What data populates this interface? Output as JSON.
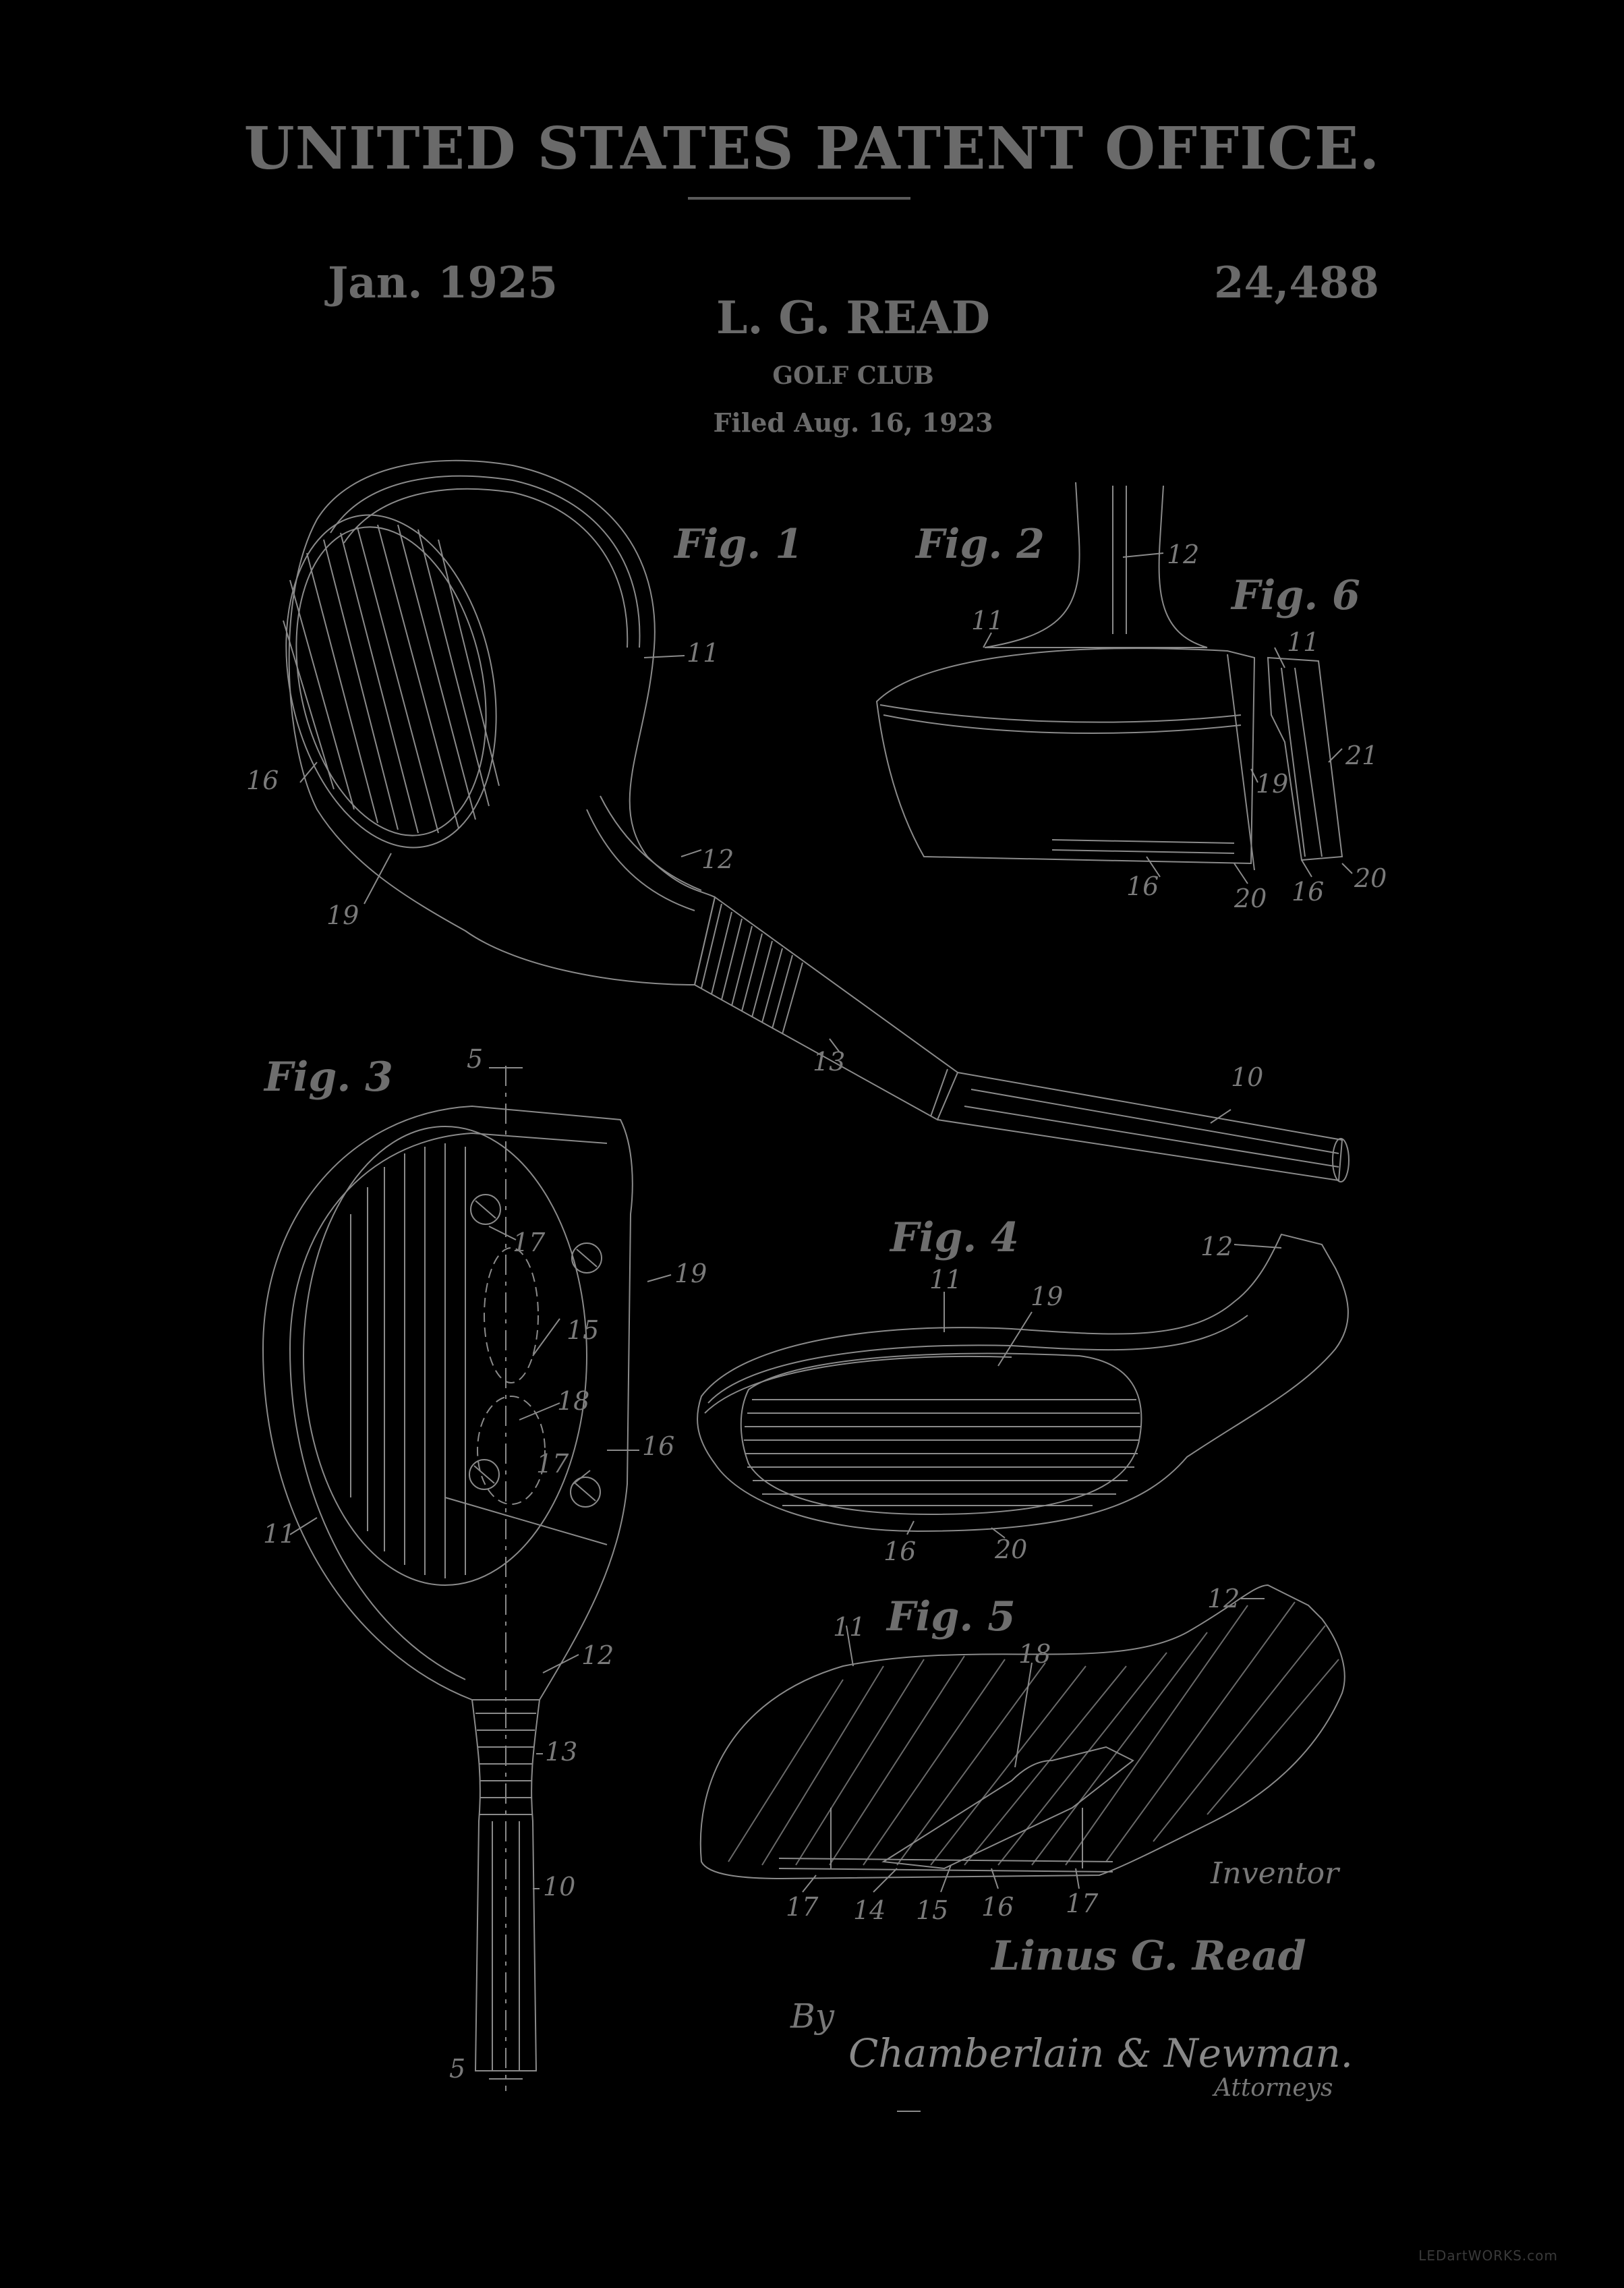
{
  "header": {
    "office": "UNITED STATES PATENT OFFICE.",
    "date": "Jan. 1925",
    "patent_number": "24,488",
    "inventor_heading": "L. G. READ",
    "subject": "GOLF CLUB",
    "filed": "Filed Aug. 16, 1923"
  },
  "figures": {
    "fig1": "Fig. 1",
    "fig2": "Fig. 2",
    "fig3": "Fig. 3",
    "fig4": "Fig. 4",
    "fig5": "Fig. 5",
    "fig6": "Fig. 6"
  },
  "refs": {
    "n5": "5",
    "n10": "10",
    "n11": "11",
    "n12": "12",
    "n13": "13",
    "n14": "14",
    "n15": "15",
    "n16": "16",
    "n17": "17",
    "n18": "18",
    "n19": "19",
    "n20": "20",
    "n21": "21"
  },
  "signature": {
    "inventor_caption": "Inventor",
    "inventor_name": "Linus G. Read",
    "by": "By",
    "attorneys_name": "Chamberlain & Newman.",
    "attorneys_caption": "Attorneys"
  },
  "watermark": "LEDartWORKS.com",
  "colors": {
    "background": "#000000",
    "ink": "#6e6e6e",
    "line": "#8a8a8a"
  }
}
